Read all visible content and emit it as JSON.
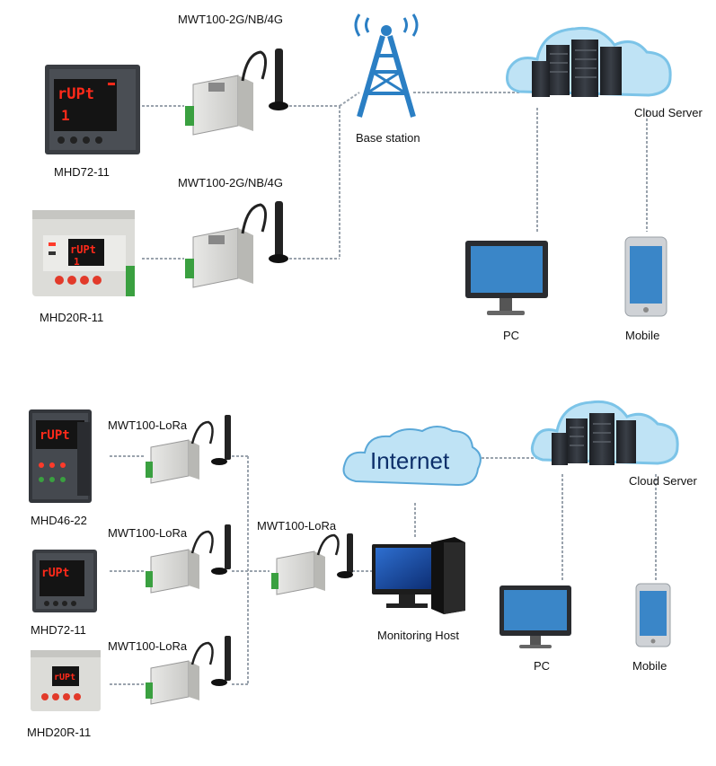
{
  "top_section": {
    "devices": [
      {
        "name": "MHD72-11",
        "display": "rUPt",
        "display_sub": "1"
      },
      {
        "name": "MHD20R-11",
        "display": "rUPt",
        "display_sub": "1"
      }
    ],
    "modules": [
      {
        "label": "MWT100-2G/NB/4G"
      },
      {
        "label": "MWT100-2G/NB/4G"
      }
    ],
    "base_station_label": "Base station",
    "cloud_server_label": "Cloud Server",
    "pc_label": "PC",
    "mobile_label": "Mobile"
  },
  "bottom_section": {
    "devices": [
      {
        "name": "MHD46-22",
        "display": "rUPt"
      },
      {
        "name": "MHD72-11",
        "display": "rUPt"
      },
      {
        "name": "MHD20R-11",
        "display": "rUPt"
      }
    ],
    "modules": [
      {
        "label": "MWT100-LoRa"
      },
      {
        "label": "MWT100-LoRa"
      },
      {
        "label": "MWT100-LoRa"
      }
    ],
    "hub_module_label": "MWT100-LoRa",
    "internet_label": "Internet",
    "monitoring_host_label": "Monitoring Host",
    "cloud_server_label": "Cloud Server",
    "pc_label": "PC",
    "mobile_label": "Mobile"
  },
  "colors": {
    "tower_blue": "#2b7fc4",
    "cloud_blue": "#bfe3f5",
    "server_dark": "#2b2f36",
    "display_red": "#ff2a1a",
    "connector_gray": "#9aa3ad"
  }
}
